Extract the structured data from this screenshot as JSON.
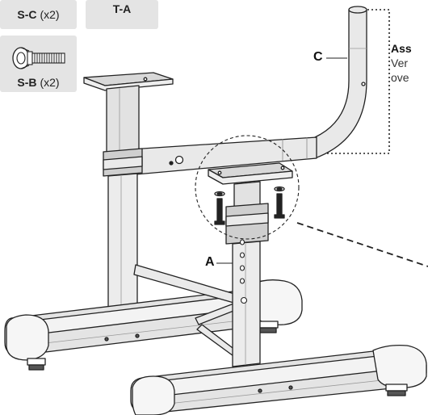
{
  "parts": {
    "sc": {
      "code": "S-C",
      "qty": "(x2)"
    },
    "ta": {
      "code": "T-A"
    },
    "sb": {
      "code": "S-B",
      "qty": "(x2)"
    }
  },
  "labels": {
    "c": "C",
    "a": "A"
  },
  "instruction": {
    "title": "Ass",
    "line1": "Ver",
    "line2": "ove"
  },
  "colors": {
    "card": "#e4e4e4",
    "line": "#222222",
    "metal": "#d8d8d8",
    "tube": "#e9e9e9"
  }
}
